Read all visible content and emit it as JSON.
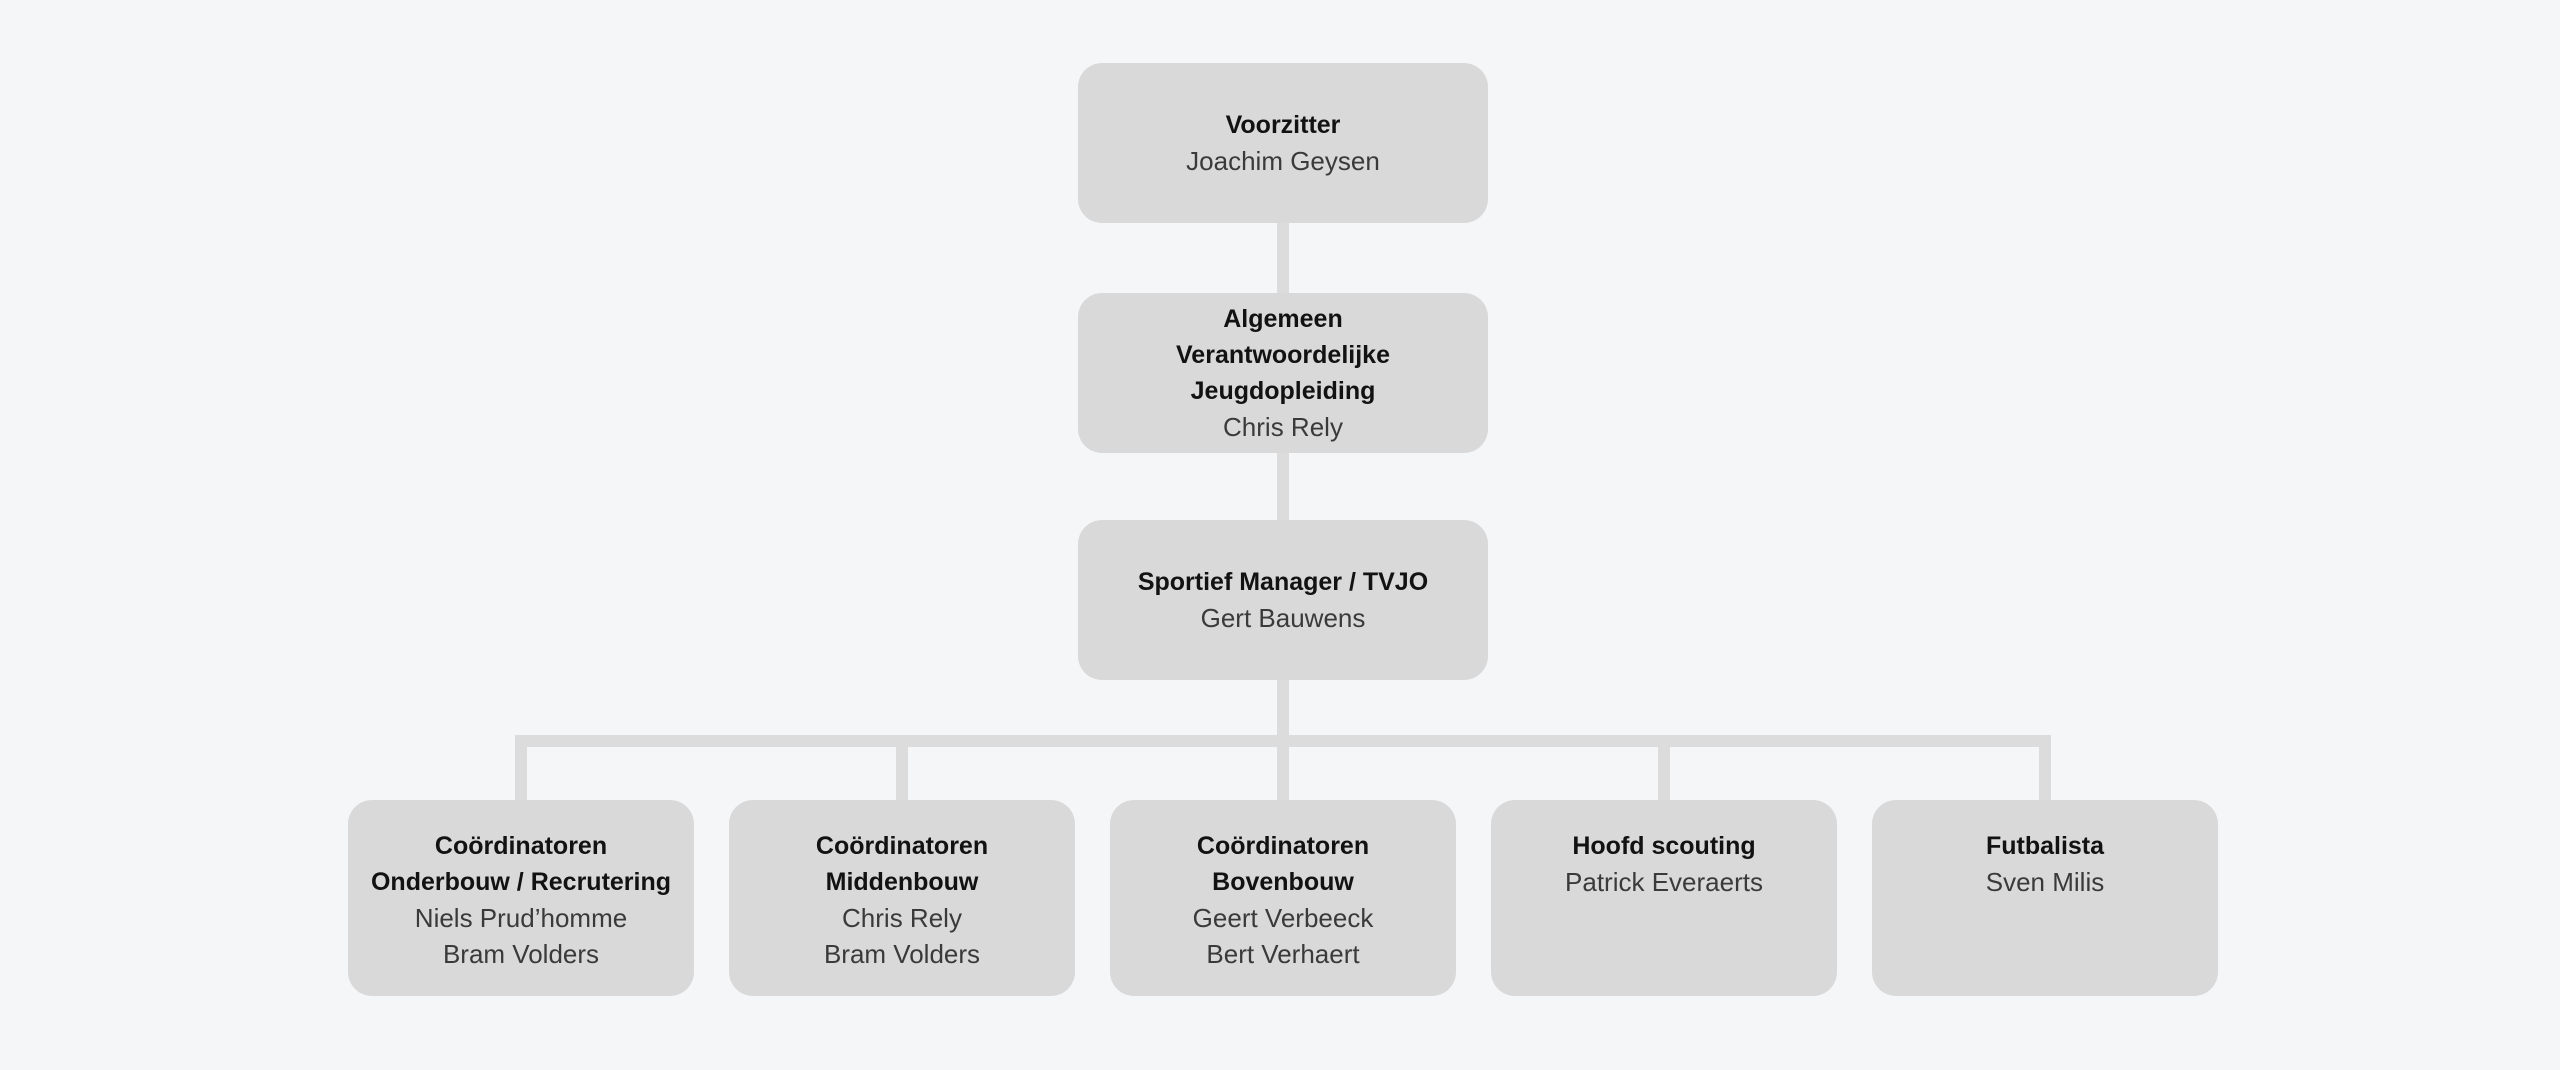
{
  "diagram": {
    "type": "organization-chart",
    "language": "Dutch"
  },
  "style": {
    "canvas_bg": "#f5f6f8",
    "node_fill": "#d9d9d9",
    "connector_color": "#dcdcdc",
    "title_color": "#121212",
    "name_color": "#3a3a3a"
  },
  "nodes": [
    {
      "id": "voorzitter",
      "title_lines": [
        "Voorzitter"
      ],
      "names": [
        "Joachim Geysen"
      ]
    },
    {
      "id": "algemeen-verantwoordelijke-jeugdopleiding",
      "title_lines": [
        "Algemeen",
        "Verantwoordelijke",
        "Jeugdopleiding"
      ],
      "names": [
        "Chris Rely"
      ]
    },
    {
      "id": "sportief-manager-tvjo",
      "title_lines": [
        "Sportief Manager / TVJO"
      ],
      "names": [
        "Gert Bauwens"
      ]
    },
    {
      "id": "coordinatoren-onderbouw-recrutering",
      "title_lines": [
        "Coördinatoren",
        "Onderbouw / Recrutering"
      ],
      "names": [
        "Niels Prud’homme",
        "Bram Volders"
      ]
    },
    {
      "id": "coordinatoren-middenbouw",
      "title_lines": [
        "Coördinatoren",
        "Middenbouw"
      ],
      "names": [
        "Chris Rely",
        "Bram Volders"
      ]
    },
    {
      "id": "coordinatoren-bovenbouw",
      "title_lines": [
        "Coördinatoren",
        "Bovenbouw"
      ],
      "names": [
        "Geert Verbeeck",
        "Bert Verhaert"
      ]
    },
    {
      "id": "hoofd-scouting",
      "title_lines": [
        "Hoofd scouting"
      ],
      "names": [
        "Patrick Everaerts"
      ]
    },
    {
      "id": "futbalista",
      "title_lines": [
        "Futbalista"
      ],
      "names": [
        "Sven Milis"
      ]
    }
  ],
  "edges": [
    {
      "from": "voorzitter",
      "to": "algemeen-verantwoordelijke-jeugdopleiding"
    },
    {
      "from": "algemeen-verantwoordelijke-jeugdopleiding",
      "to": "sportief-manager-tvjo"
    },
    {
      "from": "sportief-manager-tvjo",
      "to": "coordinatoren-onderbouw-recrutering"
    },
    {
      "from": "sportief-manager-tvjo",
      "to": "coordinatoren-middenbouw"
    },
    {
      "from": "sportief-manager-tvjo",
      "to": "coordinatoren-bovenbouw"
    },
    {
      "from": "sportief-manager-tvjo",
      "to": "hoofd-scouting"
    },
    {
      "from": "sportief-manager-tvjo",
      "to": "futbalista"
    }
  ]
}
